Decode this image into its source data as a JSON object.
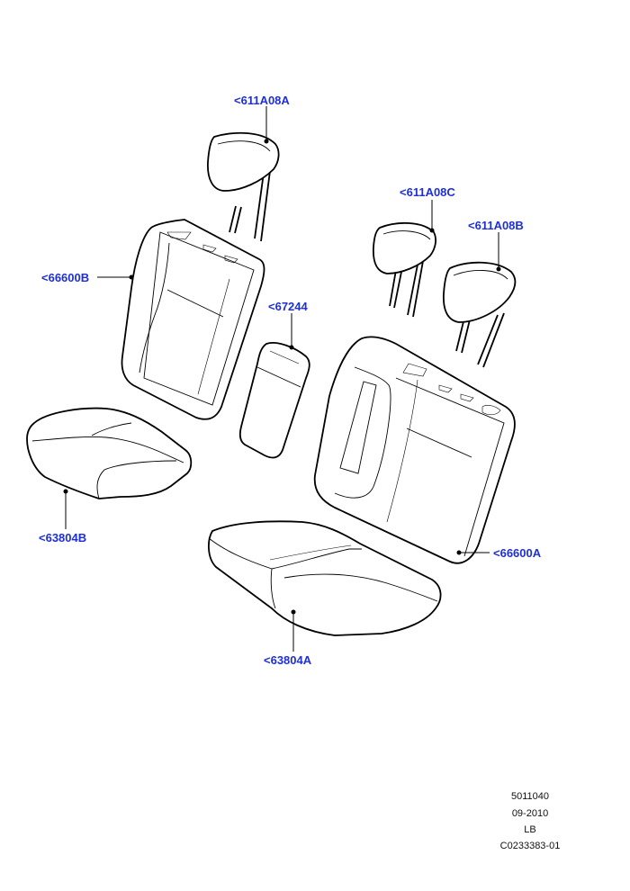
{
  "callouts": {
    "headrest_left": "<611A08A",
    "headrest_center": "<611A08C",
    "headrest_right": "<611A08B",
    "backrest_left": "<66600B",
    "armrest": "<67244",
    "cushion_left": "<63804B",
    "backrest_right": "<66600A",
    "cushion_right": "<63804A"
  },
  "footer": {
    "illustration_no": "5011040",
    "date": "09-2010",
    "region": "LB",
    "reference": "C0233383-01"
  },
  "colors": {
    "callout_text": "#1e2fd6",
    "line": "#000000"
  }
}
